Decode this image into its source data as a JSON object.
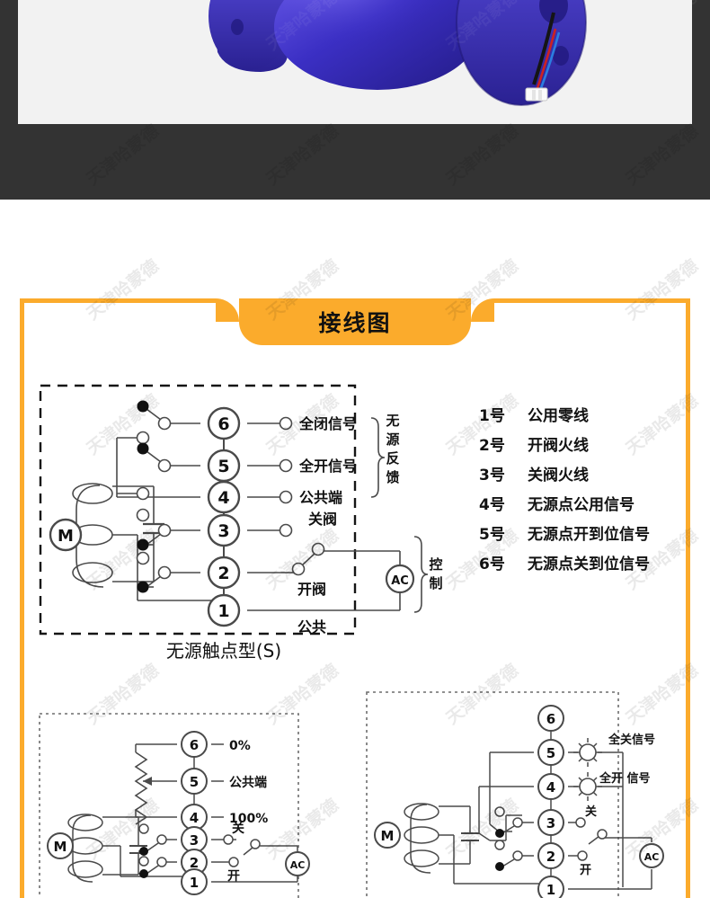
{
  "page": {
    "background_color": "#ffffff",
    "dark_band_color": "#333333",
    "photo_panel_color": "#f2f2f2",
    "accent_color": "#fbab2c",
    "line_color": "#4a4a4a"
  },
  "watermark": {
    "text": "天津哈蒙德",
    "rotation_deg": -38
  },
  "photo": {
    "alt_name": "blue-flanged-valve-body",
    "body_color": "#3b2fc4",
    "highlight_color": "#6a5bea",
    "shadow_color": "#231b85",
    "wire_colors": [
      "#1a1a1a",
      "#cc2222",
      "#2b7de0"
    ]
  },
  "section": {
    "title": "接线图"
  },
  "main_diagram": {
    "caption": "无源触点型(S)",
    "motor_label": "M",
    "ac_label": "AC",
    "terminals": [
      "1",
      "2",
      "3",
      "4",
      "5",
      "6"
    ],
    "terminal_labels": {
      "6": "全闭信号",
      "5": "全开信号",
      "4": "公共端",
      "3": "关阀",
      "2": "开阀",
      "1": "公共"
    },
    "bracket_feedback": "无源反馈",
    "bracket_control": "控制"
  },
  "legend": {
    "items": [
      {
        "no": "1号",
        "desc": "公用零线"
      },
      {
        "no": "2号",
        "desc": "开阀火线"
      },
      {
        "no": "3号",
        "desc": "关阀火线"
      },
      {
        "no": "4号",
        "desc": "无源点公用信号"
      },
      {
        "no": "5号",
        "desc": "无源点开到位信号"
      },
      {
        "no": "6号",
        "desc": "无源点关到位信号"
      }
    ]
  },
  "bottom_left_diagram": {
    "motor_label": "M",
    "ac_label": "AC",
    "terminals": [
      "1",
      "2",
      "3",
      "4",
      "5",
      "6"
    ],
    "terminal_labels": {
      "6": "0%",
      "5": "公共端",
      "4": "100%",
      "3": "关",
      "2": "开"
    }
  },
  "bottom_right_diagram": {
    "motor_label": "M",
    "ac_label": "AC",
    "terminals": [
      "1",
      "2",
      "3",
      "4",
      "5",
      "6"
    ],
    "terminal_labels": {
      "5": "全关信号",
      "4": "全开  信号",
      "3": "关",
      "2": "开"
    }
  }
}
